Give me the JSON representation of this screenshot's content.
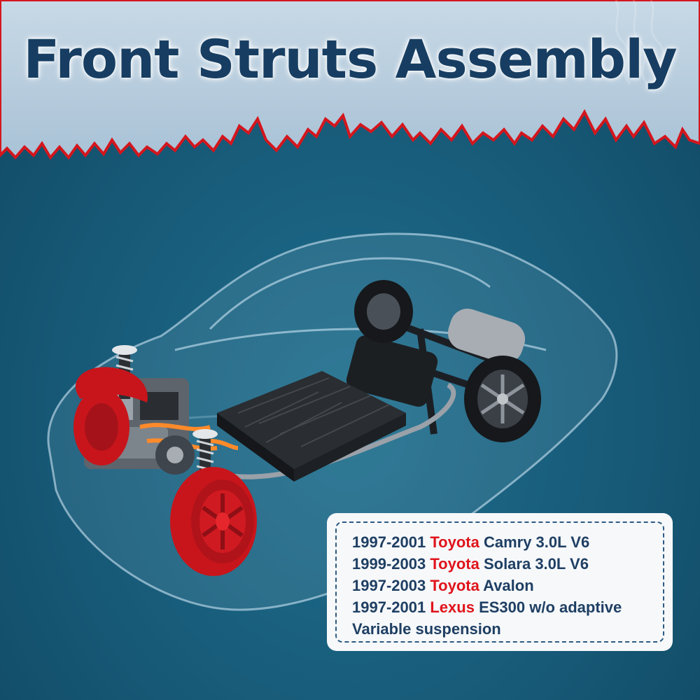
{
  "title": "Front Struts Assembly",
  "colors": {
    "title_text": "#173e62",
    "header_background": "#b9cfe0",
    "main_background": "#1a6585",
    "torn_edge_accent": "#d4161d",
    "highlight_red": "#c8151b",
    "brand_text": "#e0141b",
    "list_text": "#1f3f63"
  },
  "illustration": {
    "subject": "transparent car body showing electric chassis with battery pack, motor and suspension",
    "highlighted_parts": [
      "front wheels",
      "front struts"
    ]
  },
  "compatibility": [
    {
      "years": "1997-2001",
      "brand": "Toyota",
      "model": "Camry 3.0L V6"
    },
    {
      "years": "1999-2003",
      "brand": "Toyota",
      "model": "Solara 3.0L V6"
    },
    {
      "years": "1997-2003",
      "brand": "Toyota",
      "model": "Avalon"
    },
    {
      "years": "1997-2001",
      "brand": "Lexus",
      "model": "ES300 w/o adaptive"
    }
  ],
  "compatibility_note": "Variable suspension"
}
